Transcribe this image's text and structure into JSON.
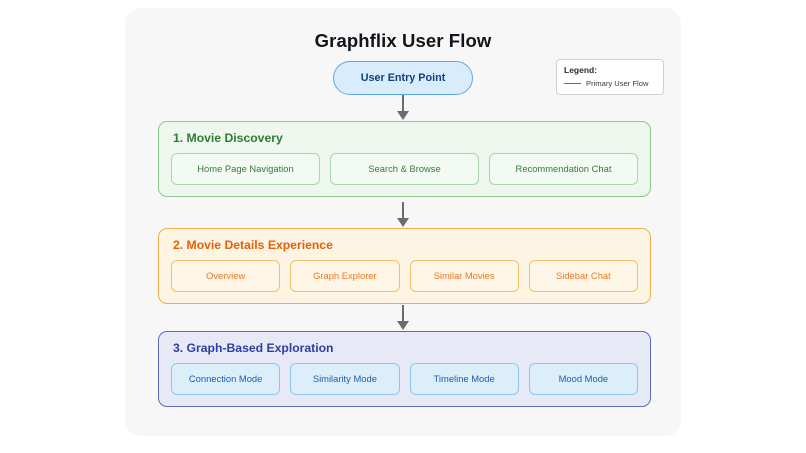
{
  "diagram": {
    "title": "Graphflix User Flow",
    "entry_node": {
      "label": "User Entry Point",
      "fill": "#d9ecfb",
      "border": "#5aa9e6",
      "text_color": "#10417f"
    },
    "legend": {
      "title": "Legend:",
      "entries": [
        {
          "label": "Primary User Flow",
          "line_color": "#6b6b72",
          "style": "solid"
        }
      ]
    },
    "connector": {
      "color": "#6b6b72",
      "style": "solid-with-arrowhead",
      "count": 3
    },
    "canvas_background": "#f7f7f8",
    "page_background": "#ffffff",
    "sections": [
      {
        "heading": "1. Movie Discovery",
        "accent": "#2e7d32",
        "panel_fill": "#eef7ee",
        "panel_border": "#8cc98c",
        "nodes": [
          {
            "label": "Home Page Navigation"
          },
          {
            "label": "Search & Browse"
          },
          {
            "label": "Recommendation Chat"
          }
        ]
      },
      {
        "heading": "2. Movie Details Experience",
        "accent": "#e2620a",
        "panel_fill": "#fdf4e3",
        "panel_border": "#f0ad4e",
        "nodes": [
          {
            "label": "Overview"
          },
          {
            "label": "Graph Explorer"
          },
          {
            "label": "Similar Movies"
          },
          {
            "label": "Sidebar Chat"
          }
        ]
      },
      {
        "heading": "3. Graph-Based Exploration",
        "accent": "#2f3fa0",
        "panel_fill": "#e7e9f7",
        "panel_border": "#5c6bc0",
        "nodes": [
          {
            "label": "Connection Mode"
          },
          {
            "label": "Similarity Mode"
          },
          {
            "label": "Timeline Mode"
          },
          {
            "label": "Mood Mode"
          }
        ]
      }
    ]
  }
}
